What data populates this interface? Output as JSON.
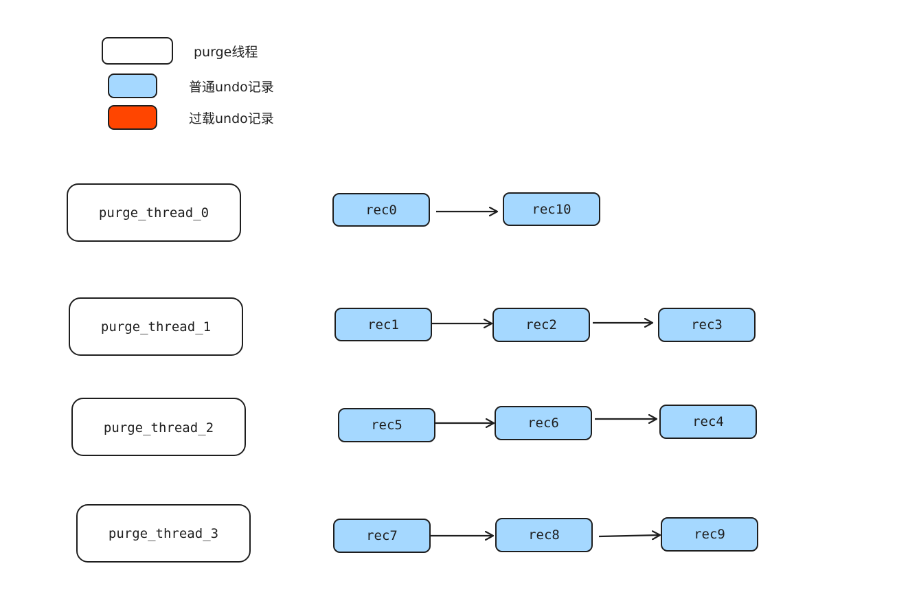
{
  "legend": [
    {
      "label": "purge线程",
      "kind": "thread",
      "fill": "#ffffff"
    },
    {
      "label": "普通undo记录",
      "kind": "normal",
      "fill": "#a5d8ff"
    },
    {
      "label": "过载undo记录",
      "kind": "overload",
      "fill": "#ff4500"
    }
  ],
  "threads": [
    {
      "name": "purge_thread_0",
      "records": [
        "rec0",
        "rec10"
      ]
    },
    {
      "name": "purge_thread_1",
      "records": [
        "rec1",
        "rec2",
        "rec3"
      ]
    },
    {
      "name": "purge_thread_2",
      "records": [
        "rec5",
        "rec6",
        "rec4"
      ]
    },
    {
      "name": "purge_thread_3",
      "records": [
        "rec7",
        "rec8",
        "rec9"
      ]
    }
  ],
  "colors": {
    "stroke": "#1e1e1e",
    "normal_fill": "#a5d8ff",
    "overload_fill": "#ff4500",
    "thread_fill": "#ffffff"
  }
}
